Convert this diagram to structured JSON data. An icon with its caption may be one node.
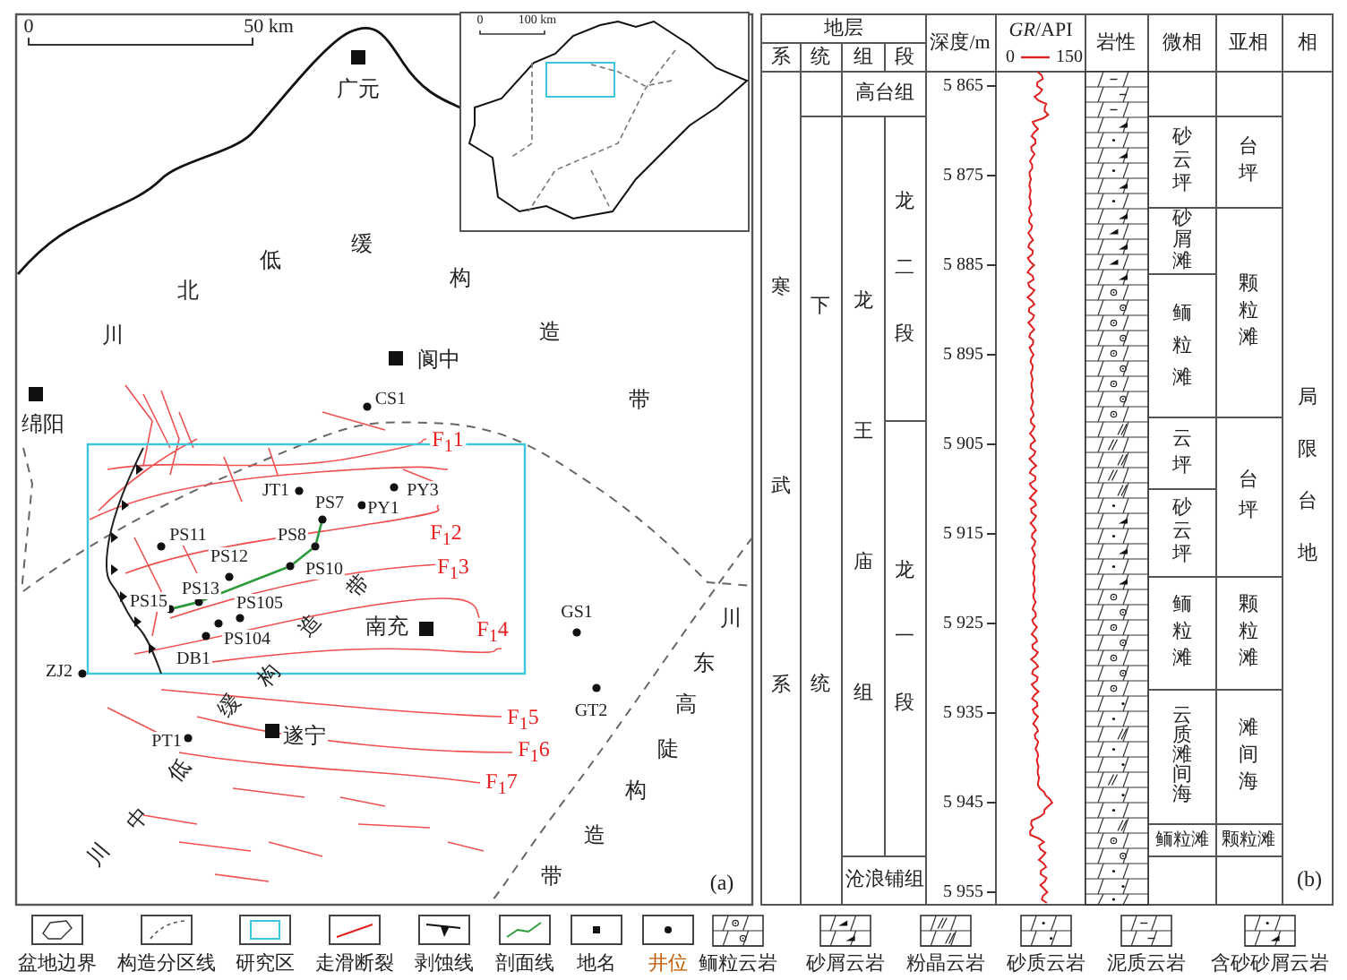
{
  "diagram": {
    "nodes": [
      {
        "text": [],
        "shape": "circle"
      },
      {
        "text": [],
        "shape": "circle"
      },
      {
        "text": [],
        "shape": "circle"
      },
      {
        "text": [],
        "shape": "circle"
      },
      {
        "text": [],
        "shape": "circle"
      }
    ],
    "edges": [
      {
        "from": 0,
        "to": 1,
        "arrow": "none"
      },
      {
        "from": 1,
        "to": 2,
        "arrow": "none"
      },
      {
        "from": 2,
        "to": 3,
        "arrow": "none"
      },
      {
        "from": 3,
        "to": 4,
        "arrow": "none"
      }
    ],
    "labels": [
      "0",
      "50 km",
      "0",
      "100 km",
      "广元",
      "川北低缓构造带",
      "阆中",
      "绵阳",
      "CS1",
      "F$_{1}$1",
      "JT1",
      "PY3",
      "PS7",
      "PY1",
      "PS11",
      "PS8",
      "F$_{1}$2",
      "PS12",
      "PS10",
      "F$_{1}$3",
      "PS15",
      "PS13",
      "PS105",
      "南充",
      "F$_{1}$4",
      "GS1",
      "PS104",
      "DB1",
      "ZJ2",
      "川东高陡构造带",
      "F$_{1}$5",
      "GT2",
      "PT1",
      "遂宁",
      "F$_{1}$6",
      "F$_{1}$7",
      "川中低缓构造带",
      "(a)",
      "地层",
      "深度/m",
      "*GR*/API",
      "岩性",
      "微相",
      "亚相",
      "相",
      "系",
      "统",
      "组",
      "段",
      "0",
      "150",
      "寒武系",
      "高台组",
      "5 865",
      "砂云坪",
      "台坪",
      "下统",
      "龙二段",
      "5 875",
      "砂屑滩",
      "颗粒滩",
      "5 885",
      "鲕粒滩",
      "龙王庙组",
      "5 895",
      "局限台地",
      "5 905",
      "云坪",
      "台坪",
      "龙一段",
      "5 915",
      "砂云坪",
      "5 925",
      "鲕粒滩",
      "颗粒滩",
      "5 935",
      "云质滩间海",
      "滩间海",
      "5 945",
      "鲕粒滩",
      "颗粒滩",
      "沧浪铺组",
      "5 955",
      "(b)"
    ],
    "legend": [
      {
        "text": "盆地边界"
      },
      {
        "text": "构造分区线"
      },
      {
        "text": "研究区"
      },
      {
        "text": "走滑断裂"
      },
      {
        "text": "剥蚀线"
      },
      {
        "text": "剖面线"
      },
      {
        "text": "地名"
      },
      {
        "text": "井位"
      },
      {
        "text": "鲕粒云岩"
      },
      {
        "text": "砂屑云岩"
      },
      {
        "text": "粉晶云岩"
      },
      {
        "text": "砂质云岩"
      },
      {
        "text": "泥质云岩"
      },
      {
        "text": "含砂砂屑云岩"
      }
    ]
  }
}
